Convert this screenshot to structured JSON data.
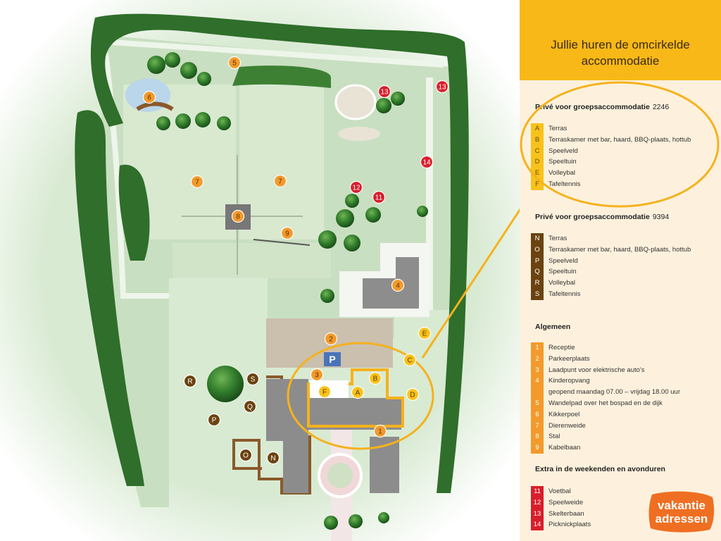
{
  "panel": {
    "title_line1": "Jullie huren de omcirkelde",
    "title_line2": "accommodatie",
    "group1": {
      "title": "Privé voor groepsaccommodatie",
      "number": "2246",
      "items": [
        {
          "key": "A",
          "label": "Terras"
        },
        {
          "key": "B",
          "label": "Terraskamer met bar, haard, BBQ-plaats, hottub"
        },
        {
          "key": "C",
          "label": "Speelveld"
        },
        {
          "key": "D",
          "label": "Speeltuin"
        },
        {
          "key": "E",
          "label": "Volleybal"
        },
        {
          "key": "F",
          "label": "Tafeltennis"
        }
      ]
    },
    "group2": {
      "title": "Privé voor groepsaccommodatie",
      "number": "9394",
      "items": [
        {
          "key": "N",
          "label": "Terras"
        },
        {
          "key": "O",
          "label": "Terraskamer met bar, haard, BBQ-plaats, hottub"
        },
        {
          "key": "P",
          "label": "Speelveld"
        },
        {
          "key": "Q",
          "label": "Speeltuin"
        },
        {
          "key": "R",
          "label": "Volleybal"
        },
        {
          "key": "S",
          "label": "Tafeltennis"
        }
      ]
    },
    "general": {
      "title": "Algemeen",
      "items": [
        {
          "key": "1",
          "label": "Receptie"
        },
        {
          "key": "2",
          "label": "Parkeerplaats"
        },
        {
          "key": "3",
          "label": "Laadpunt voor elektrische auto's"
        },
        {
          "key": "4",
          "label": "Kinderopvang"
        },
        {
          "key": "",
          "label": "geopend maandag 07.00 – vrijdag 18.00 uur"
        },
        {
          "key": "5",
          "label": "Wandelpad over het bospad en de dijk"
        },
        {
          "key": "6",
          "label": "Kikkerpoel"
        },
        {
          "key": "7",
          "label": "Dierenweide"
        },
        {
          "key": "8",
          "label": "Stal"
        },
        {
          "key": "9",
          "label": "Kabelbaan"
        }
      ]
    },
    "extra": {
      "title": "Extra in de weekenden en avonduren",
      "items": [
        {
          "key": "11",
          "label": "Voetbal"
        },
        {
          "key": "12",
          "label": "Speelweide"
        },
        {
          "key": "13",
          "label": "Skelterbaan"
        },
        {
          "key": "14",
          "label": "Picknickplaats"
        }
      ]
    }
  },
  "logo": {
    "line1": "vakantie",
    "line2": "adressen"
  },
  "map": {
    "parking_symbol": "P",
    "markers_orange": [
      "1",
      "2",
      "3",
      "4",
      "5",
      "6",
      "7",
      "7",
      "8",
      "9"
    ],
    "markers_red": [
      "11",
      "12",
      "13",
      "13",
      "14"
    ],
    "markers_yellow": [
      "A",
      "B",
      "C",
      "D",
      "E",
      "F"
    ],
    "markers_brown": [
      "N",
      "O",
      "P",
      "Q",
      "R",
      "S"
    ],
    "colors": {
      "orange": "#f39a2b",
      "red": "#d91e2b",
      "yellow": "#f8c21b",
      "brown": "#6b4310",
      "highlight": "#f5b21d"
    }
  }
}
